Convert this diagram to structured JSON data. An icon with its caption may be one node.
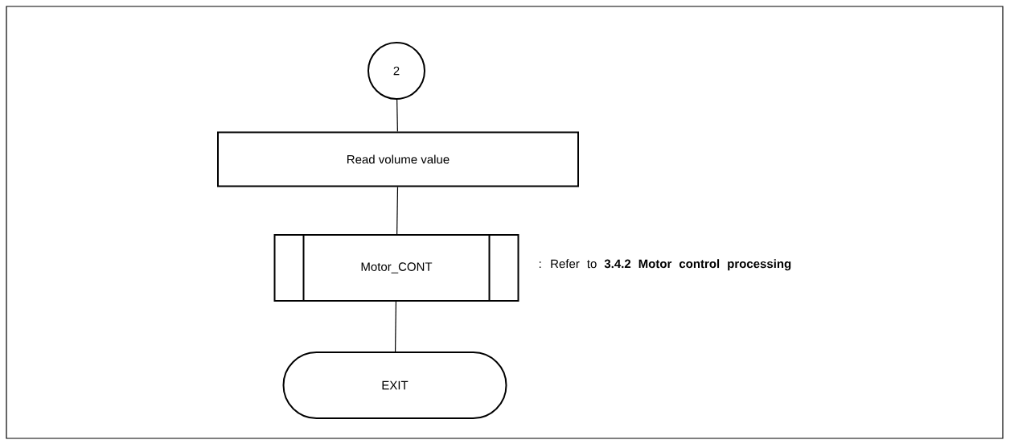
{
  "diagram": {
    "nodes": [
      {
        "text": [
          "2"
        ]
      },
      {
        "text": [
          "Read volume value"
        ]
      },
      {
        "text": [
          "Motor_CONT"
        ],
        "beside": [
          ": Refer to **3.4.2 Motor control processing**"
        ]
      },
      {
        "text": [
          "EXIT"
        ]
      }
    ],
    "edges": [
      {
        "from": 0,
        "to": 1,
        "arrow": "none"
      },
      {
        "from": 1,
        "to": 2,
        "arrow": "none"
      },
      {
        "from": 2,
        "to": 3,
        "arrow": "none"
      }
    ]
  }
}
